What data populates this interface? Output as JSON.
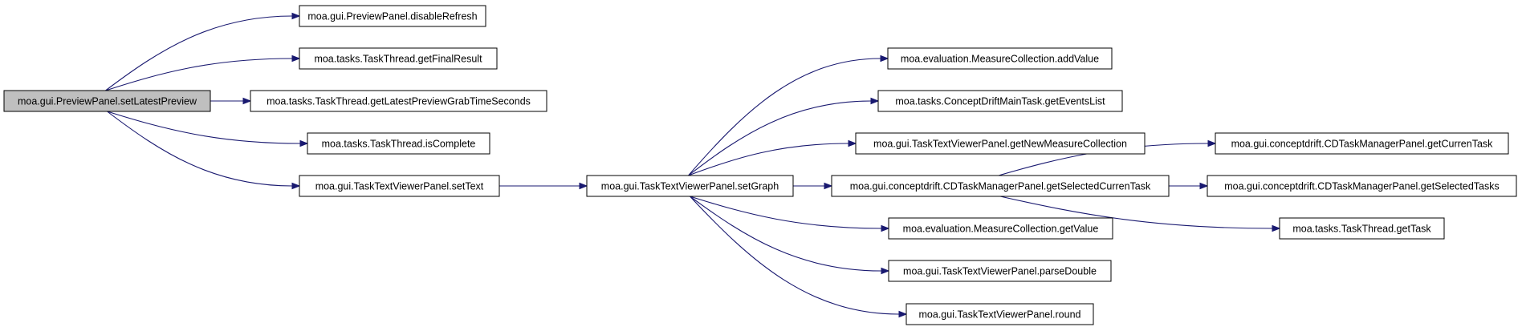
{
  "graph": {
    "edge_color": "#191970",
    "root_fill": "#bfbfbf",
    "nodes": {
      "n0": "moa.gui.PreviewPanel.setLatestPreview",
      "n1": "moa.gui.PreviewPanel.disableRefresh",
      "n2": "moa.tasks.TaskThread.getFinalResult",
      "n3": "moa.tasks.TaskThread.getLatestPreviewGrabTimeSeconds",
      "n4": "moa.tasks.TaskThread.isComplete",
      "n5": "moa.gui.TaskTextViewerPanel.setText",
      "n6": "moa.gui.TaskTextViewerPanel.setGraph",
      "n7": "moa.evaluation.MeasureCollection.addValue",
      "n8": "moa.tasks.ConceptDriftMainTask.getEventsList",
      "n9": "moa.gui.TaskTextViewerPanel.getNewMeasureCollection",
      "n10": "moa.gui.conceptdrift.CDTaskManagerPanel.getSelectedCurrenTask",
      "n11": "moa.evaluation.MeasureCollection.getValue",
      "n12": "moa.gui.TaskTextViewerPanel.parseDouble",
      "n13": "moa.gui.TaskTextViewerPanel.round",
      "n14": "moa.gui.conceptdrift.CDTaskManagerPanel.getCurrenTask",
      "n15": "moa.gui.conceptdrift.CDTaskManagerPanel.getSelectedTasks",
      "n16": "moa.tasks.TaskThread.getTask"
    },
    "edges": [
      [
        "n0",
        "n1"
      ],
      [
        "n0",
        "n2"
      ],
      [
        "n0",
        "n3"
      ],
      [
        "n0",
        "n4"
      ],
      [
        "n0",
        "n5"
      ],
      [
        "n5",
        "n6"
      ],
      [
        "n6",
        "n7"
      ],
      [
        "n6",
        "n8"
      ],
      [
        "n6",
        "n9"
      ],
      [
        "n6",
        "n10"
      ],
      [
        "n6",
        "n11"
      ],
      [
        "n6",
        "n12"
      ],
      [
        "n6",
        "n13"
      ],
      [
        "n10",
        "n14"
      ],
      [
        "n10",
        "n15"
      ],
      [
        "n10",
        "n16"
      ]
    ]
  }
}
